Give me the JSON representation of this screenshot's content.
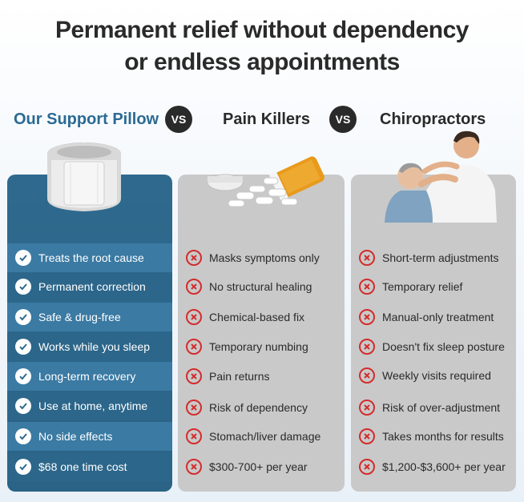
{
  "headline": {
    "line1": "Permanent relief without dependency",
    "line2": "or endless appointments"
  },
  "columns": [
    {
      "title": "Our Support Pillow",
      "icon": "check-icon",
      "items": [
        "Treats the root cause",
        "Permanent correction",
        "Safe & drug-free",
        "Works while you sleep",
        "Long-term recovery",
        "Use at home, anytime",
        "No side effects",
        "$68 one time cost"
      ]
    },
    {
      "title": "Pain Killers",
      "icon": "cross-icon",
      "items": [
        "Masks symptoms only",
        "No structural healing",
        "Chemical-based fix",
        "Temporary numbing",
        "Pain returns",
        "Risk of dependency",
        "Stomach/liver damage",
        "$300-700+ per year"
      ]
    },
    {
      "title": "Chiropractors",
      "icon": "cross-icon",
      "items": [
        "Short-term adjustments",
        "Temporary relief",
        "Manual-only treatment",
        "Doesn't fix sleep posture",
        "Weekly visits required",
        "Risk of over-adjustment",
        "Takes months for results",
        "$1,200-$3,600+ per year"
      ]
    }
  ],
  "vs_label": "VS",
  "colors": {
    "accent_blue": "#2b6a93",
    "panel_blue": "#2f6a8e",
    "panel_gray": "#c9c9c9",
    "cross_red": "#d42c2c"
  }
}
